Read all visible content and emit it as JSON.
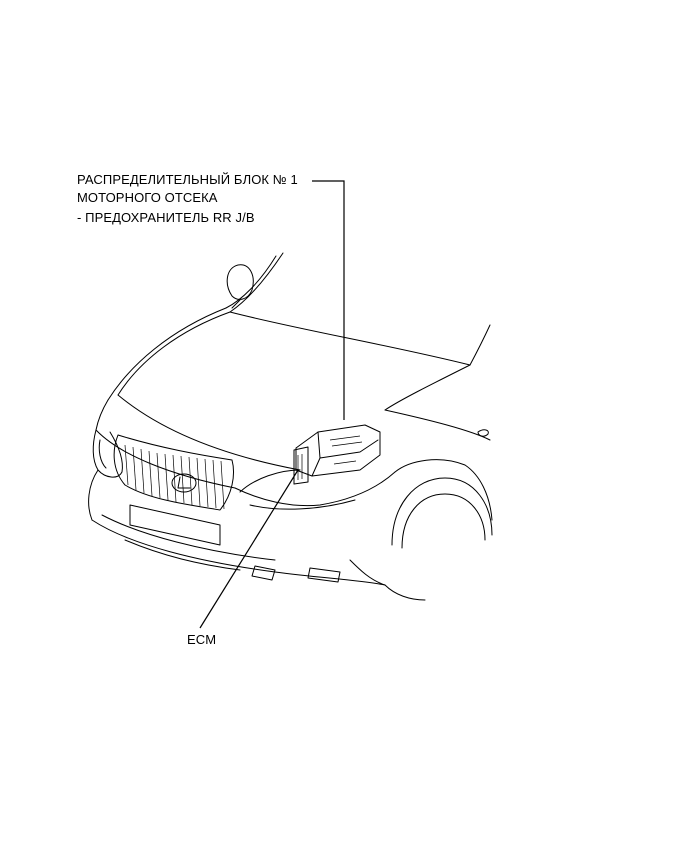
{
  "labels": {
    "junction_block_line1": "РАСПРЕДЕЛИТЕЛЬНЫЙ БЛОК № 1",
    "junction_block_line2": "МОТОРНОГО ОТСЕКА",
    "junction_block_line3": "- ПРЕДОХРАНИТЕЛЬ RR J/B",
    "ecm": "ECM"
  }
}
